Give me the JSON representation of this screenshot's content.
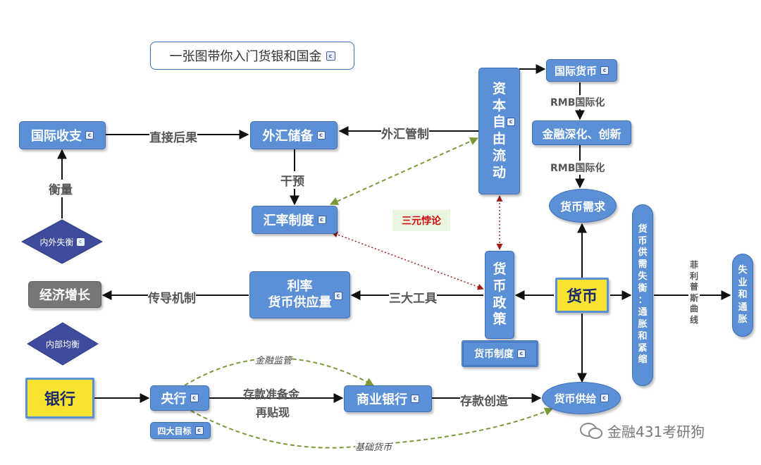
{
  "title": "一张图带你入门货银和国金",
  "icon_glyph": "c",
  "nodes": {
    "guoji_shouzhi": "国际收支",
    "waihui_chubei": "外汇储备",
    "huilv_zhidu": "汇率制度",
    "ziben_ziyou": [
      "资",
      "本",
      "自",
      "由",
      "流",
      "动"
    ],
    "guoji_huobi": "国际货币",
    "jinrong_shenhua": "金融深化、创新",
    "huobi_xuqiu": "货币需求",
    "neiwai_shiheng": "内外失衡",
    "jingji_zengzhang": "经济增长",
    "lilv": "利率",
    "huobi_gongyingliang": "货币供应量",
    "huobi_zhengce": [
      "货",
      "币",
      "政",
      "策"
    ],
    "huobi": "货币",
    "gongxu_shiheng": [
      "货",
      "币",
      "供",
      "需",
      "失",
      "衡",
      "：",
      "通",
      "胀",
      "和",
      "紧",
      "缩"
    ],
    "shiye_tongzhang": [
      "失",
      "业",
      "和",
      "通",
      "胀"
    ],
    "neibu_junheng": "内部均衡",
    "huobi_zhidu": "货币制度",
    "yinhang": "银行",
    "yanghang": "央行",
    "shangye_yinhang": "商业银行",
    "huobi_gongji": "货币供给",
    "sida_mubiao": "四大目标"
  },
  "edge_labels": {
    "zhijie_houguo": "直接后果",
    "waihui_guanzhi": "外汇管制",
    "ganyu": "干预",
    "hengliang": "衡量",
    "rmb1": "RMB国际化",
    "rmb2": "RMB国际化",
    "sanyuan": "三元悖论",
    "chuandao": "传导机制",
    "sanda": "三大工具",
    "feilipu": [
      "菲",
      "利",
      "普",
      "斯",
      "曲",
      "线"
    ],
    "jinrong_jianguan": "金融监管",
    "cunkuan_zhunbei": "存款准备金",
    "zaitiexian": "再贴现",
    "cunkuan_chuangzao": "存款创造",
    "jichu_huobi": "基础货币"
  },
  "watermark": "金融431考研狗",
  "colors": {
    "node_blue": "#5b8fd6",
    "node_border": "#3f6fb8",
    "gray_node": "#767676",
    "yellow": "#f7e330",
    "yellow_border": "#5b8fd6",
    "diamond": "#3f4c9e",
    "dashed_green": "#7a9a3a",
    "dotted_red": "#9c1a1a",
    "sanyuan_red": "#d01010",
    "sanyuan_bg": "#eaf5e0"
  }
}
